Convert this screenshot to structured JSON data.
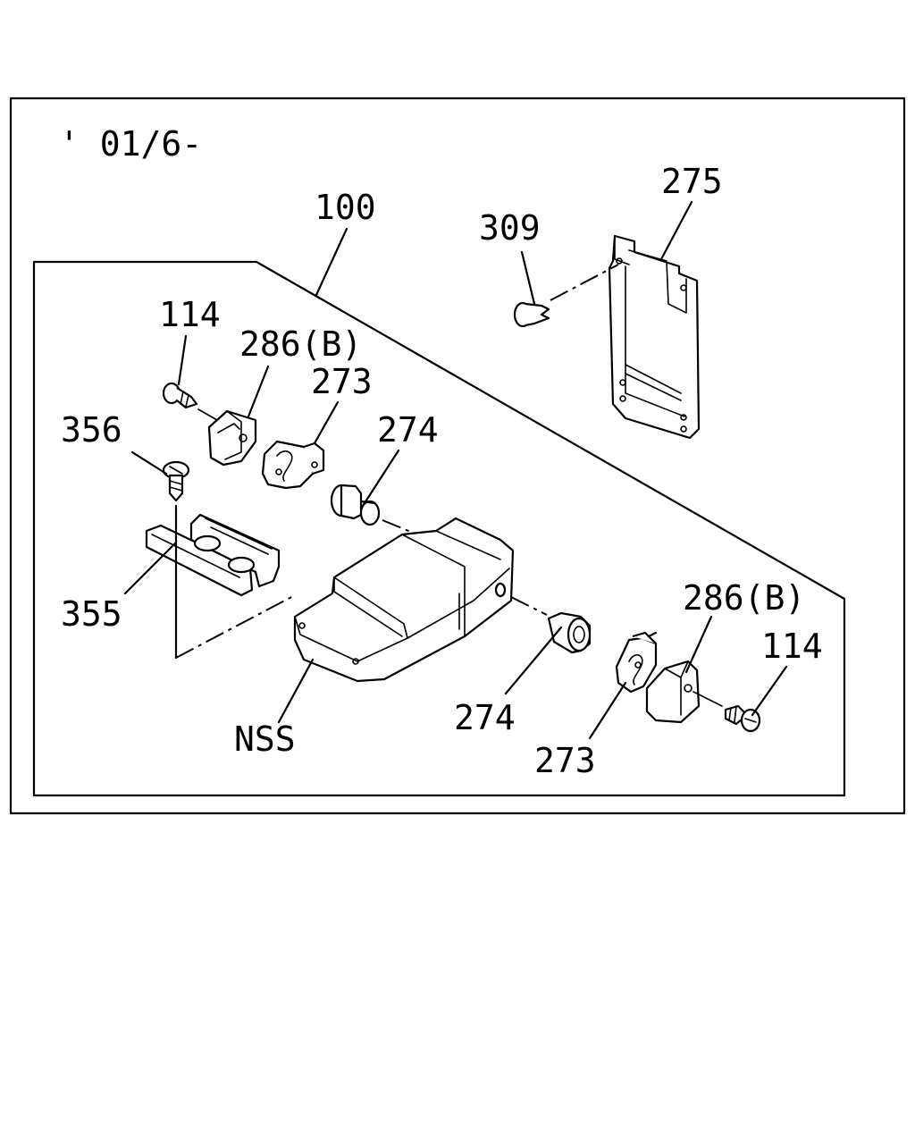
{
  "date_code": "' 01/6-",
  "callouts": {
    "assembly": "100",
    "bracket": "275",
    "clip": "309",
    "screw_upper_left": "114",
    "cover_upper": "286(B)",
    "hinge_upper": "273",
    "bushing_upper": "274",
    "screw_lock": "356",
    "cup_holder": "355",
    "console_body": "NSS",
    "bushing_lower": "274",
    "hinge_lower": "273",
    "cover_lower": "286(B)",
    "screw_lower_right": "114"
  }
}
